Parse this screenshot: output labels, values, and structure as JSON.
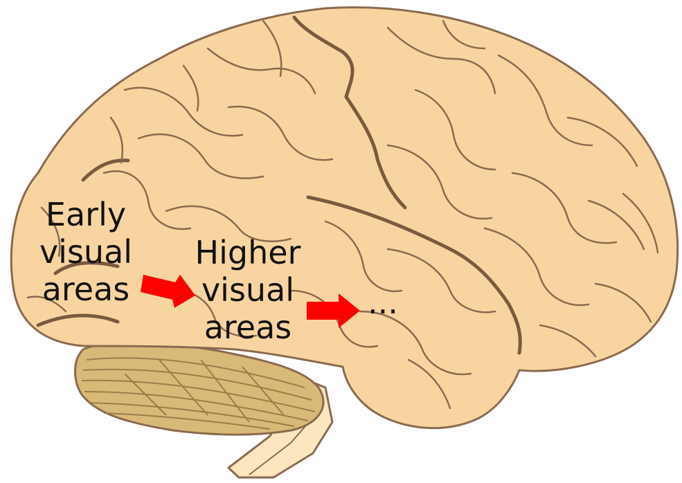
{
  "diagram": {
    "labels": {
      "early": [
        "Early",
        "visual",
        "areas"
      ],
      "higher": [
        "Higher",
        "visual",
        "areas"
      ],
      "more": "..."
    },
    "colors": {
      "brain_fill": "#f8d5a0",
      "brain_outline": "#8a6a4e",
      "cerebellum_fill": "#d8b978",
      "brainstem_fill": "#fbe6c0",
      "arrow": "#ff0000",
      "text": "#111111"
    }
  }
}
